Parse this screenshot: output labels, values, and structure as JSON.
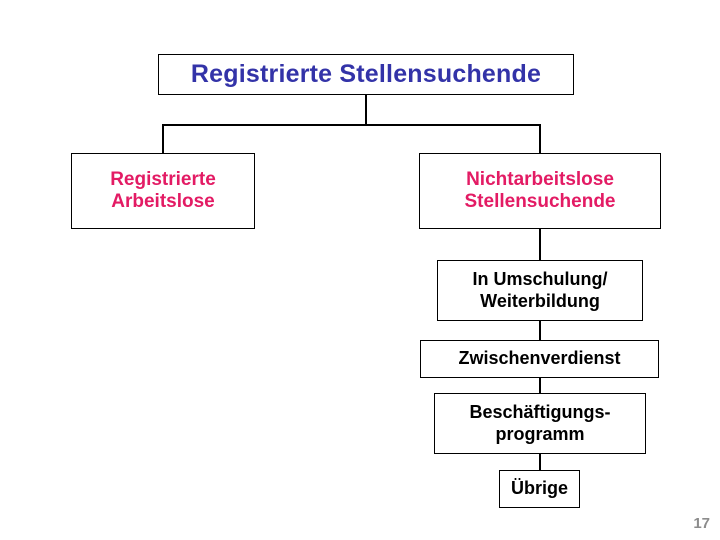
{
  "slide": {
    "page_number": "17",
    "colors": {
      "title_text": "#3333a8",
      "category_text": "#e31b64",
      "sub_text": "#000000",
      "border": "#000000",
      "background": "#ffffff",
      "page_number_text": "#8c8c8c"
    }
  },
  "diagram": {
    "type": "tree",
    "root": {
      "id": "registrierte-stellensuchende",
      "label": "Registrierte Stellensuchende"
    },
    "branches": [
      {
        "id": "registrierte-arbeitslose",
        "label_line1": "Registrierte",
        "label_line2": "Arbeitslose"
      },
      {
        "id": "nichtarbeitslose-stellensuchende",
        "label_line1": "Nichtarbeitslose",
        "label_line2": "Stellensuchende"
      }
    ],
    "sub_items": [
      {
        "id": "in-umschulung-weiterbildung",
        "label_line1": "In Umschulung/",
        "label_line2": "Weiterbildung"
      },
      {
        "id": "zwischenverdienst",
        "label": "Zwischenverdienst"
      },
      {
        "id": "beschaeftigungsprogramm",
        "label_line1": "Beschäftigungs-",
        "label_line2": "programm"
      },
      {
        "id": "uebrige",
        "label": "Übrige"
      }
    ]
  }
}
